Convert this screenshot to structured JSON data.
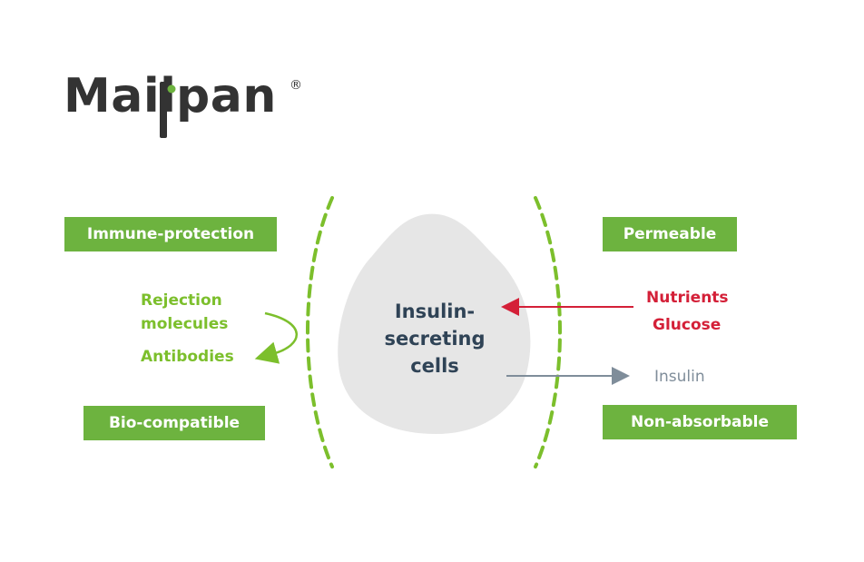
{
  "logo": {
    "left_part": "Mail",
    "right_part": "pan",
    "registered": "®"
  },
  "labels": {
    "immune_protection": "Immune-protection",
    "bio_compatible": "Bio-compatible",
    "permeable": "Permeable",
    "non_absorbable": "Non-absorbable"
  },
  "blocked": {
    "line1": "Rejection",
    "line2": "molecules",
    "line3": "Antibodies"
  },
  "inputs": {
    "line1": "Nutrients",
    "line2": "Glucose"
  },
  "output": "Insulin",
  "cell": {
    "line1": "Insulin-",
    "line2": "secreting",
    "line3": "cells"
  },
  "colors": {
    "brand_green": "#6db33f",
    "accent_green": "#7cbf2c",
    "input_red": "#d42038",
    "output_grey": "#7f8d9a",
    "cell_fill": "#e6e6e6",
    "logo_dark": "#333333"
  }
}
